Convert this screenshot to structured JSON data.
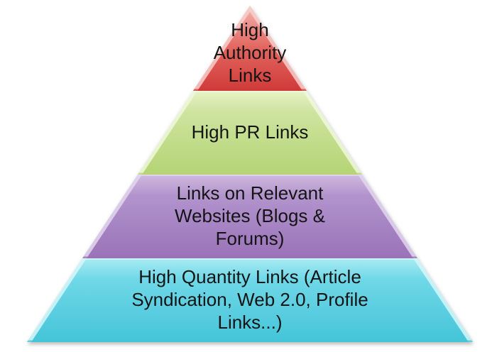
{
  "diagram": {
    "name": "link-building-pyramid",
    "type": "pyramid",
    "background": "#ffffff",
    "text_color": "#141414",
    "levels": [
      {
        "id": "high-authority-links",
        "label": "High Authority Links",
        "lines": [
          "High",
          "Authority",
          "Links"
        ],
        "colors": {
          "light": "#f3b3af",
          "mid": "#e2655f",
          "dark": "#cf3a38",
          "highlight": "#f8cfcb"
        }
      },
      {
        "id": "high-pr-links",
        "label": "High PR Links",
        "lines": [
          "High PR Links"
        ],
        "colors": {
          "light": "#e8f3c6",
          "mid": "#cde49f",
          "dark": "#b5d474",
          "highlight": "#f0f8dd"
        }
      },
      {
        "id": "links-on-relevant-websites",
        "label": "Links on Relevant Websites (Blogs & Forums)",
        "lines": [
          "Links on Relevant",
          "Websites (Blogs &",
          "Forums)"
        ],
        "colors": {
          "light": "#d0bade",
          "mid": "#b294cd",
          "dark": "#9a72b8",
          "highlight": "#e3d7ee"
        }
      },
      {
        "id": "high-quantity-links",
        "label": "High Quantity Links (Article Syndication, Web 2.0, Profile Links...)",
        "lines": [
          "High Quantity Links (Article",
          "Syndication, Web 2.0, Profile",
          "Links...)"
        ],
        "colors": {
          "light": "#a9ebf2",
          "mid": "#6fd8e8",
          "dark": "#45c4d8",
          "highlight": "#d6f7fa"
        }
      }
    ]
  }
}
